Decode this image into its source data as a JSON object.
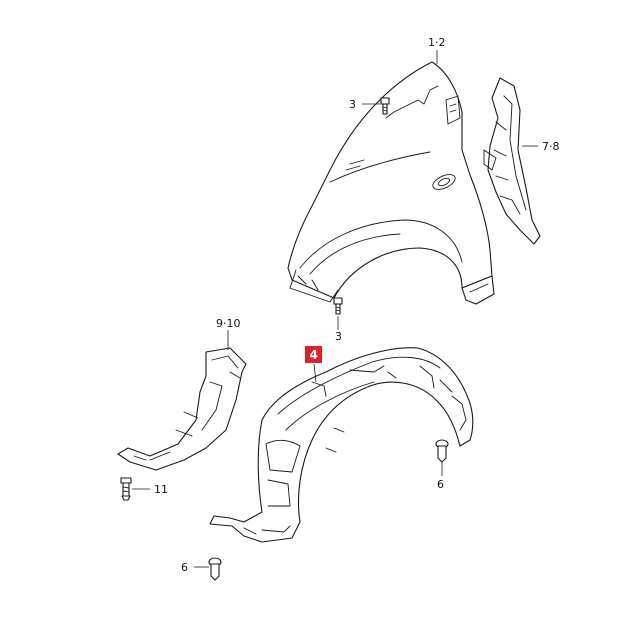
{
  "callouts": {
    "fender": "1·2",
    "bolt_top": "3",
    "bolt_lower": "3",
    "bracket_right": "7·8",
    "bracket_left": "9·10",
    "liner": "4",
    "clip_right": "6",
    "clip_bottom": "6",
    "bolt_left": "11"
  },
  "colors": {
    "highlight": "#d9222a",
    "line": "#1a1a1a"
  }
}
